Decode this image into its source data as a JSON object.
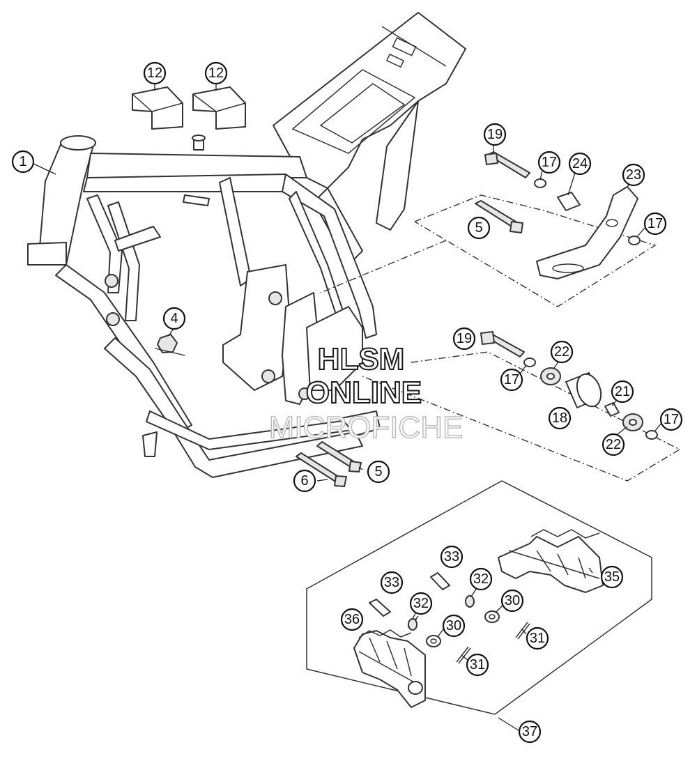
{
  "callouts": [
    {
      "id": "c1",
      "label": "1"
    },
    {
      "id": "c12a",
      "label": "12"
    },
    {
      "id": "c12b",
      "label": "12"
    },
    {
      "id": "c4",
      "label": "4"
    },
    {
      "id": "c6",
      "label": "6"
    },
    {
      "id": "c5a",
      "label": "5"
    },
    {
      "id": "c5b",
      "label": "5"
    },
    {
      "id": "c19a",
      "label": "19"
    },
    {
      "id": "c17a",
      "label": "17"
    },
    {
      "id": "c24",
      "label": "24"
    },
    {
      "id": "c23",
      "label": "23"
    },
    {
      "id": "c17b",
      "label": "17"
    },
    {
      "id": "c19b",
      "label": "19"
    },
    {
      "id": "c22a",
      "label": "22"
    },
    {
      "id": "c17c",
      "label": "17"
    },
    {
      "id": "c21",
      "label": "21"
    },
    {
      "id": "c18",
      "label": "18"
    },
    {
      "id": "c22b",
      "label": "22"
    },
    {
      "id": "c17d",
      "label": "17"
    },
    {
      "id": "c33a",
      "label": "33"
    },
    {
      "id": "c32a",
      "label": "32"
    },
    {
      "id": "c35",
      "label": "35"
    },
    {
      "id": "c33b",
      "label": "33"
    },
    {
      "id": "c30a",
      "label": "30"
    },
    {
      "id": "c32b",
      "label": "32"
    },
    {
      "id": "c36",
      "label": "36"
    },
    {
      "id": "c30b",
      "label": "30"
    },
    {
      "id": "c31a",
      "label": "31"
    },
    {
      "id": "c31b",
      "label": "31"
    },
    {
      "id": "c37",
      "label": "37"
    }
  ],
  "watermark": {
    "line1": "HLSM",
    "line2": "ONLINE",
    "line3": "MICROFICHE"
  }
}
